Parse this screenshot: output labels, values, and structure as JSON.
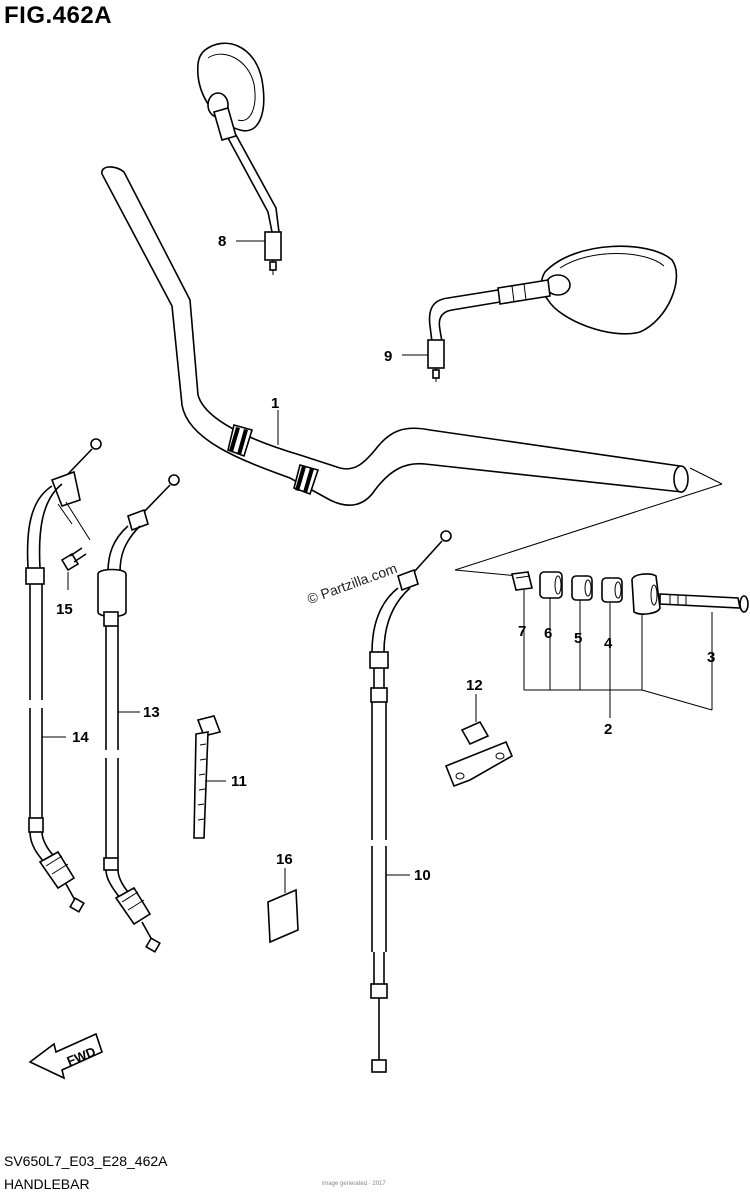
{
  "figure": {
    "title": "FIG.462A",
    "code": "SV650L7_E03_E28_462A",
    "name": "HANDLEBAR",
    "watermark": "© Partzilla.com",
    "fwd_label": "FWD",
    "tiny_print": "image generated · 2017"
  },
  "parts": [
    {
      "ref": "1"
    },
    {
      "ref": "2"
    },
    {
      "ref": "3"
    },
    {
      "ref": "4"
    },
    {
      "ref": "5"
    },
    {
      "ref": "6"
    },
    {
      "ref": "7"
    },
    {
      "ref": "8"
    },
    {
      "ref": "9"
    },
    {
      "ref": "10"
    },
    {
      "ref": "11"
    },
    {
      "ref": "12"
    },
    {
      "ref": "13"
    },
    {
      "ref": "14"
    },
    {
      "ref": "15"
    },
    {
      "ref": "16"
    }
  ]
}
